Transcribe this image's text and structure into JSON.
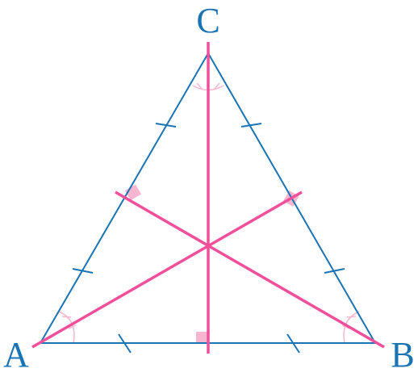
{
  "diagram": {
    "vertex_labels": {
      "a": "A",
      "b": "B",
      "c": "C"
    },
    "colors": {
      "triangle": "#1a74b4",
      "lines": "#f0509b",
      "marks": "#f7b6cf"
    }
  }
}
